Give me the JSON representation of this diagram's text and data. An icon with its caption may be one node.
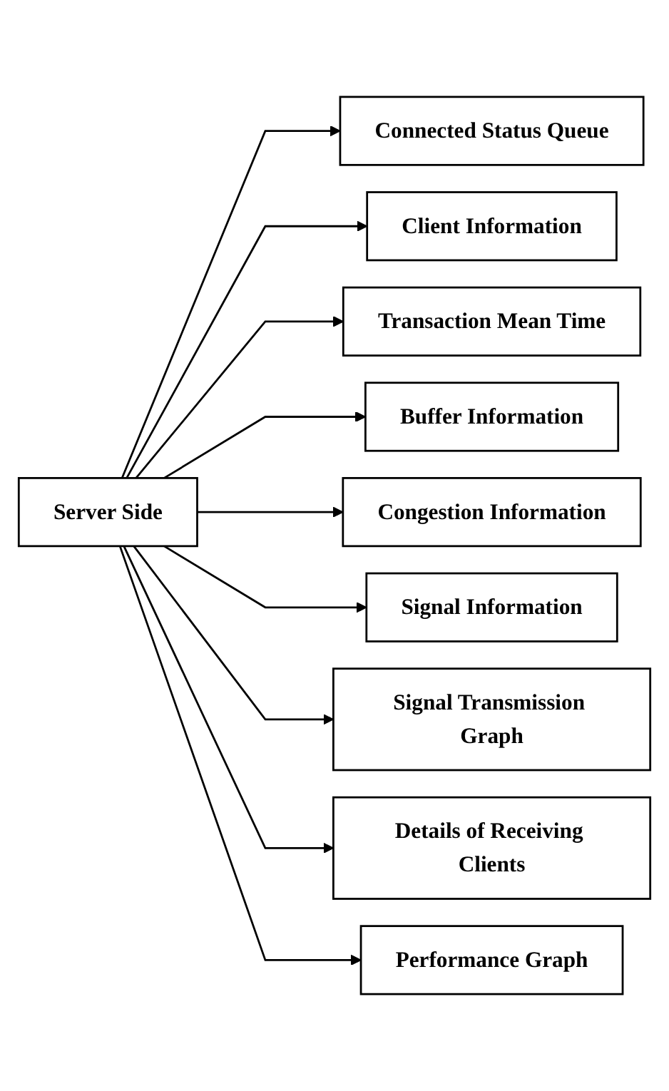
{
  "diagram": {
    "nodes": [
      {
        "text": [
          "Server Side"
        ]
      },
      {
        "text": [
          "Connected Status Queue"
        ]
      },
      {
        "text": [
          "Client Information"
        ]
      },
      {
        "text": [
          "Transaction Mean Time"
        ]
      },
      {
        "text": [
          "Buffer Information"
        ]
      },
      {
        "text": [
          "Congestion Information"
        ]
      },
      {
        "text": [
          "Signal Information"
        ]
      },
      {
        "text": [
          "Signal Transmission Graph"
        ]
      },
      {
        "text": [
          "Details of Receiving Clients"
        ]
      },
      {
        "text": [
          "Performance Graph"
        ]
      }
    ],
    "edges": [
      {
        "from": 0,
        "to": 1,
        "arrow": "to"
      },
      {
        "from": 0,
        "to": 2,
        "arrow": "to"
      },
      {
        "from": 0,
        "to": 3,
        "arrow": "to"
      },
      {
        "from": 0,
        "to": 4,
        "arrow": "to"
      },
      {
        "from": 0,
        "to": 5,
        "arrow": "to"
      },
      {
        "from": 0,
        "to": 6,
        "arrow": "to"
      },
      {
        "from": 0,
        "to": 7,
        "arrow": "to"
      },
      {
        "from": 0,
        "to": 8,
        "arrow": "to"
      },
      {
        "from": 0,
        "to": 9,
        "arrow": "to"
      }
    ]
  }
}
